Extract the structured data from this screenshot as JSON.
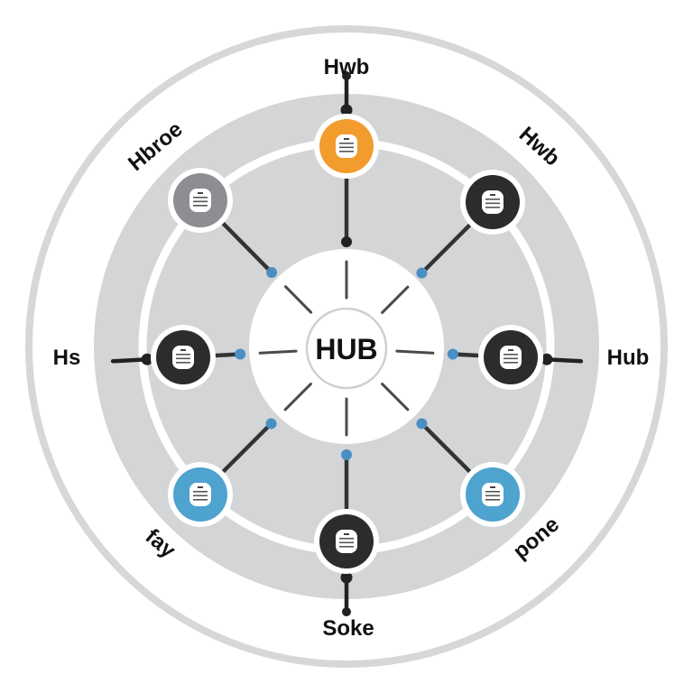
{
  "diagram": {
    "type": "hub-and-spoke",
    "hub": {
      "label": "HUB"
    },
    "colors": {
      "background": "#ffffff",
      "outer_ring": "#d5d7d9",
      "band": "#d3d5d7",
      "separator": "#ffffff",
      "line": "#333333",
      "connector_dot": "#4a8fc4",
      "label_text": "#111111"
    },
    "nodes": [
      {
        "id": "top",
        "label": "Hwb",
        "color": "#f39c2e",
        "icon": "document-icon"
      },
      {
        "id": "top-right",
        "label": "Hwb",
        "color": "#2c2c2e",
        "icon": "document-icon"
      },
      {
        "id": "right",
        "label": "Hub",
        "color": "#2c2c2e",
        "icon": "document-icon"
      },
      {
        "id": "bottom-right",
        "label": "pone",
        "color": "#4ea3cf",
        "icon": "document-icon"
      },
      {
        "id": "bottom",
        "label": "Soke",
        "color": "#2c2c2e",
        "icon": "document-icon"
      },
      {
        "id": "bottom-left",
        "label": "fay",
        "color": "#4ea3cf",
        "icon": "document-icon"
      },
      {
        "id": "left",
        "label": "Hs",
        "color": "#2c2c2e",
        "icon": "document-icon"
      },
      {
        "id": "top-left",
        "label": "Hbroe",
        "color": "#8d8e92",
        "icon": "document-icon"
      }
    ]
  }
}
